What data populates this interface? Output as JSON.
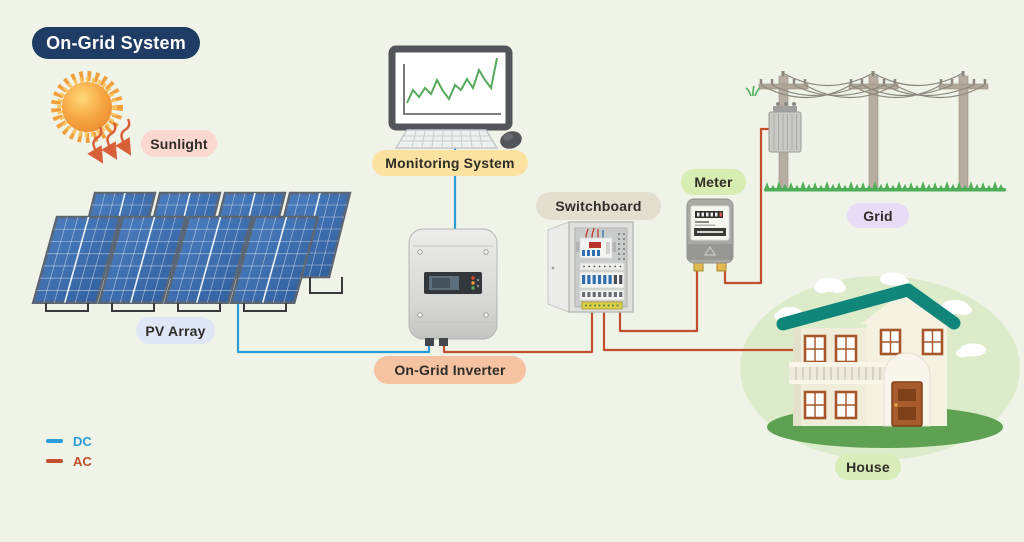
{
  "background_color": "#eff3e8",
  "title": {
    "label": "On-Grid System",
    "bg_color": "#1e3c64",
    "text_color": "#ffffff"
  },
  "components": {
    "sunlight": {
      "label": "Sunlight",
      "pill_color": "#fbd8d0"
    },
    "monitoring_system": {
      "label": "Monitoring System",
      "pill_color": "#fbe2a0"
    },
    "pv_array": {
      "label": "PV Array",
      "pill_color": "#dfe7f7"
    },
    "inverter": {
      "label": "On-Grid Inverter",
      "pill_color": "#f5c2a2"
    },
    "switchboard": {
      "label": "Switchboard",
      "pill_color": "#e4decf"
    },
    "meter": {
      "label": "Meter",
      "pill_color": "#d8edb2"
    },
    "grid": {
      "label": "Grid",
      "pill_color": "#e6dcf6"
    },
    "house": {
      "label": "House",
      "pill_color": "#d9edba"
    }
  },
  "legend": {
    "items": [
      {
        "label": "DC",
        "color": "#2a9cd7"
      },
      {
        "label": "AC",
        "color": "#c14f2d"
      }
    ]
  },
  "connections": [
    {
      "from": "PV Array",
      "to": "On-Grid Inverter",
      "current": "DC"
    },
    {
      "from": "Monitoring System",
      "to": "On-Grid Inverter",
      "current": "DC"
    },
    {
      "from": "On-Grid Inverter",
      "to": "Switchboard",
      "current": "AC"
    },
    {
      "from": "Switchboard",
      "to": "House",
      "current": "AC"
    },
    {
      "from": "Switchboard",
      "to": "Meter",
      "current": "AC"
    },
    {
      "from": "Meter",
      "to": "Grid",
      "current": "AC"
    }
  ]
}
